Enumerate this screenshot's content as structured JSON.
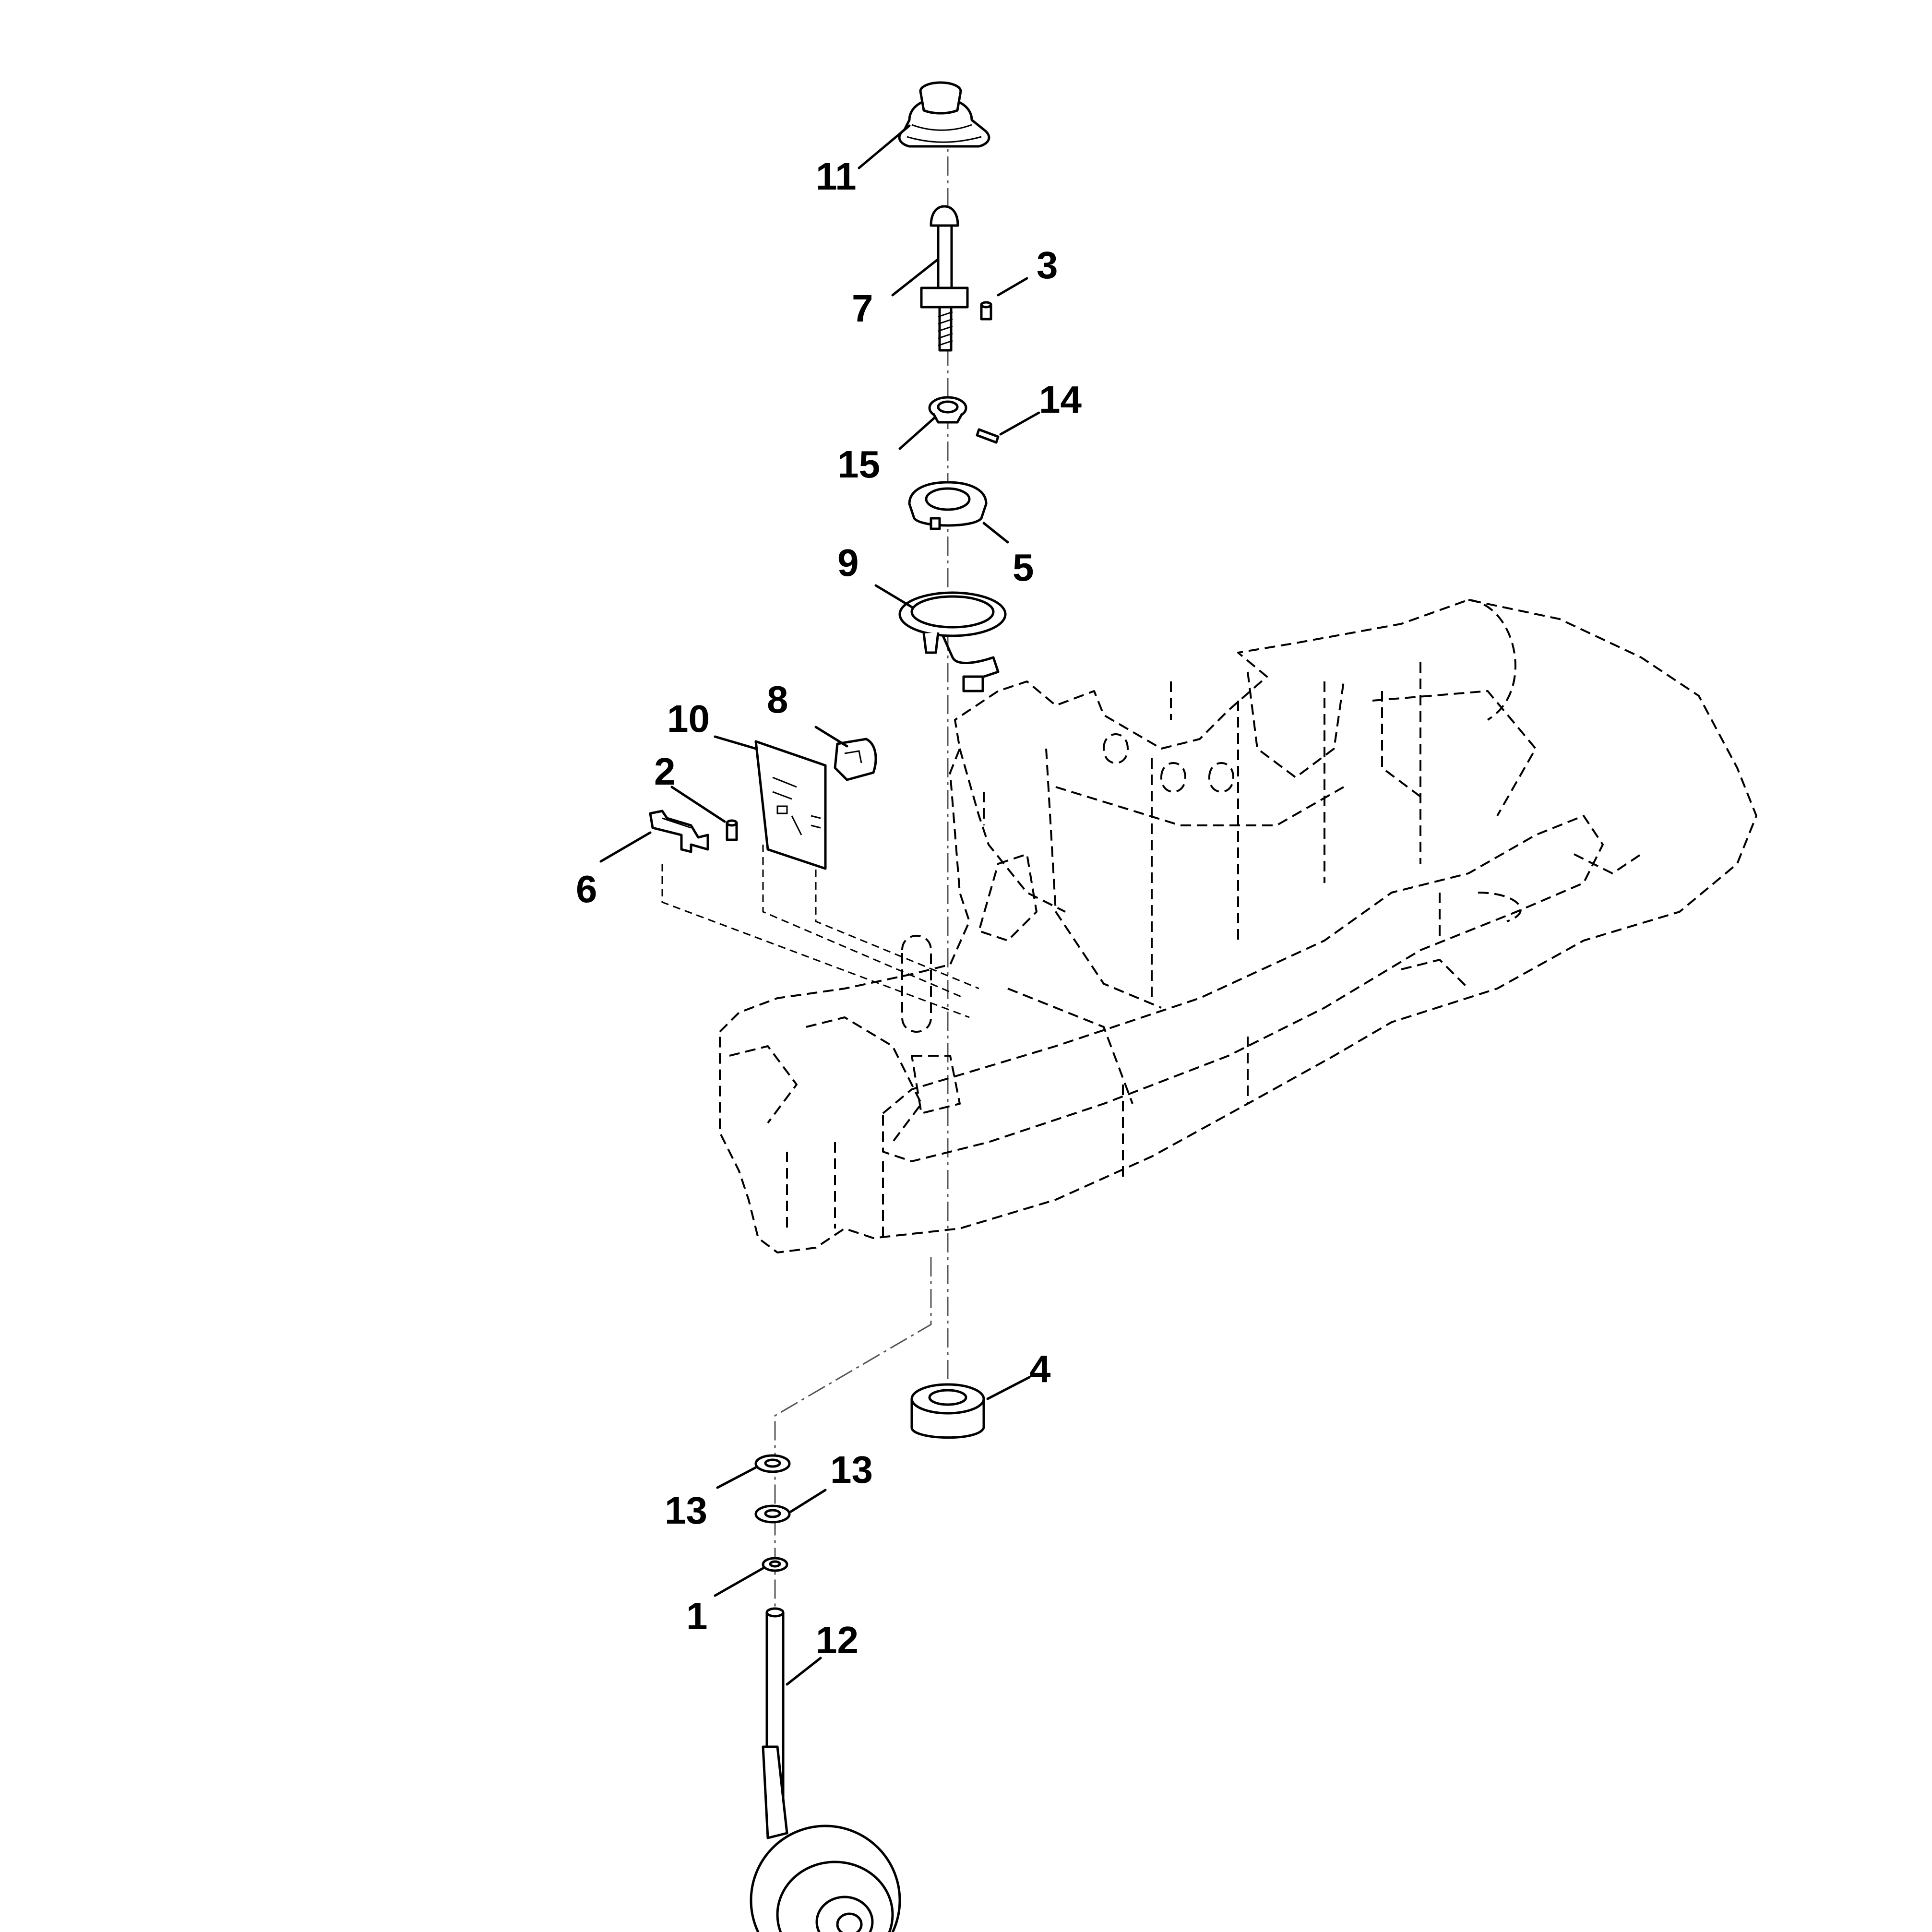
{
  "diagram": {
    "type": "exploded-parts-view",
    "callouts": [
      {
        "id": "c11",
        "label": "11"
      },
      {
        "id": "c7",
        "label": "7"
      },
      {
        "id": "c3",
        "label": "3"
      },
      {
        "id": "c14",
        "label": "14"
      },
      {
        "id": "c15",
        "label": "15"
      },
      {
        "id": "c5",
        "label": "5"
      },
      {
        "id": "c9",
        "label": "9"
      },
      {
        "id": "c8",
        "label": "8"
      },
      {
        "id": "c10",
        "label": "10"
      },
      {
        "id": "c2",
        "label": "2"
      },
      {
        "id": "c6",
        "label": "6"
      },
      {
        "id": "c4",
        "label": "4"
      },
      {
        "id": "c13a",
        "label": "13"
      },
      {
        "id": "c13b",
        "label": "13"
      },
      {
        "id": "c1",
        "label": "1"
      },
      {
        "id": "c12",
        "label": "12"
      }
    ]
  }
}
